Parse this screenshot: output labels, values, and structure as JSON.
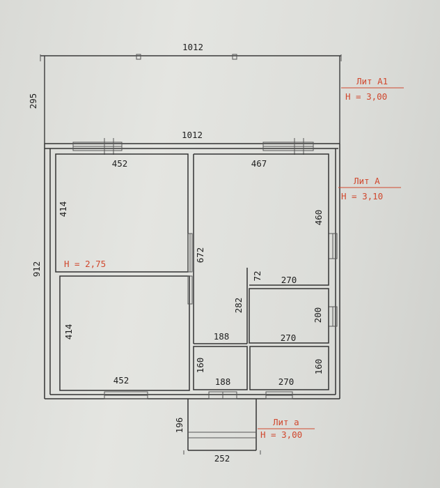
{
  "dimensions": {
    "top_width": "1012",
    "mid_width": "1012",
    "annex_depth": "295",
    "total_depth": "912",
    "room1_width": "452",
    "room2_width": "467",
    "room1_depth": "414",
    "room3_depth": "414",
    "room3_width": "452",
    "corridor_len": "672",
    "right_room_depth": "460",
    "small_72": "72",
    "w270_a": "270",
    "w270_b": "270",
    "w270_c": "270",
    "d200": "200",
    "d282": "282",
    "w188_a": "188",
    "w188_b": "188",
    "d160_a": "160",
    "d160_b": "160",
    "porch_width": "252",
    "porch_depth": "196"
  },
  "labels": {
    "lit_a1": "Лит А1",
    "h_a1": "Н = 3,00",
    "lit_a": "Лит А",
    "h_a": "Н = 3,10",
    "h_room": "Н = 2,75",
    "lit_a_small": "Лит а",
    "h_a_small": "Н = 3,00"
  }
}
